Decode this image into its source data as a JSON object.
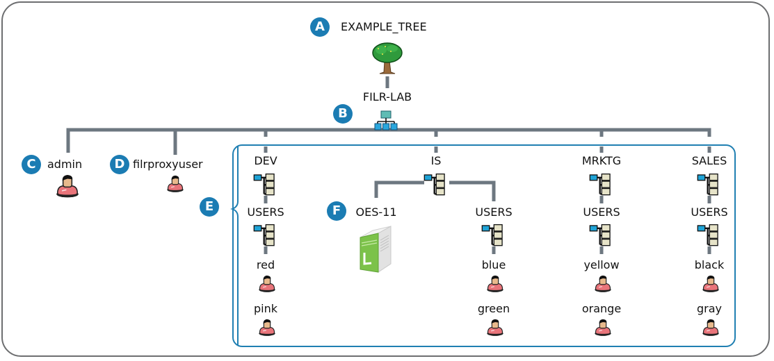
{
  "diagram": {
    "title": "EXAMPLE_TREE",
    "colors": {
      "frame": "#6d6e70",
      "connector": "#6d7780",
      "callout_badge": "#1b7cb3",
      "group_box": "#1f7fb2"
    },
    "callouts": {
      "a": "A",
      "b": "B",
      "c": "C",
      "d": "D",
      "e": "E",
      "f": "F"
    },
    "tree": {
      "label": "EXAMPLE_TREE",
      "icon": "tree-icon"
    },
    "org": {
      "label": "FILR-LAB",
      "icon": "organization-icon"
    },
    "top_users": [
      {
        "label": "admin",
        "icon": "user-icon"
      },
      {
        "label": "filrproxyuser",
        "icon": "user-icon"
      }
    ],
    "ous": [
      {
        "label": "DEV",
        "icon": "org-unit-icon",
        "sub": {
          "label": "USERS",
          "icon": "org-unit-icon"
        },
        "users": [
          "red",
          "pink"
        ]
      },
      {
        "label": "IS",
        "icon": "org-unit-icon",
        "server": {
          "label": "OES-11",
          "icon": "server-icon"
        },
        "sub": {
          "label": "USERS",
          "icon": "org-unit-icon"
        },
        "users": [
          "blue",
          "green"
        ]
      },
      {
        "label": "MRKTG",
        "icon": "org-unit-icon",
        "sub": {
          "label": "USERS",
          "icon": "org-unit-icon"
        },
        "users": [
          "yellow",
          "orange"
        ]
      },
      {
        "label": "SALES",
        "icon": "org-unit-icon",
        "sub": {
          "label": "USERS",
          "icon": "org-unit-icon"
        },
        "users": [
          "black",
          "gray"
        ]
      }
    ]
  }
}
